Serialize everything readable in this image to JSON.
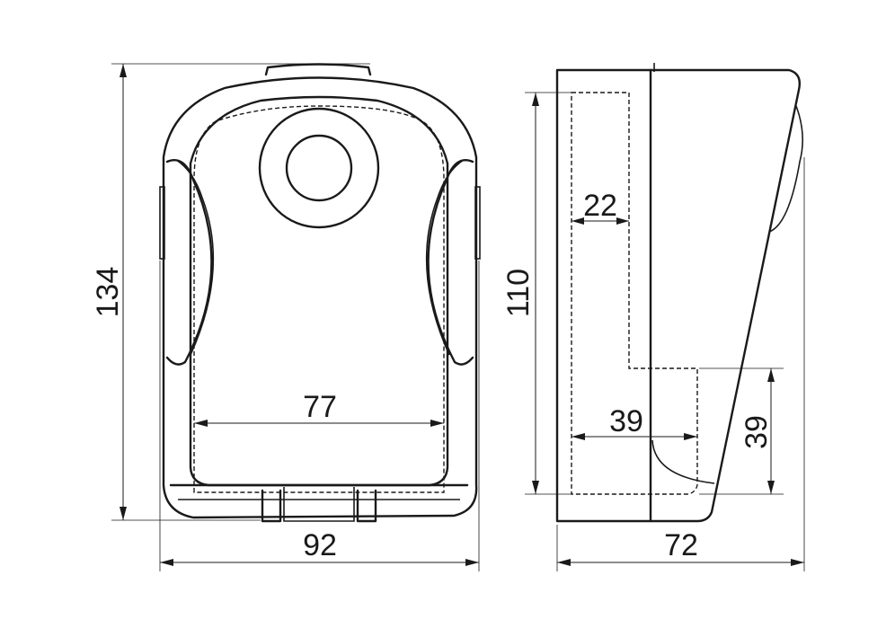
{
  "dimensions": {
    "height_total": "134",
    "width_total": "92",
    "inner_width": "77",
    "side_height": "110",
    "depth_total": "72",
    "inner_depth_top": "22",
    "inner_depth_bottom": "39",
    "inner_height_bottom": "39"
  }
}
